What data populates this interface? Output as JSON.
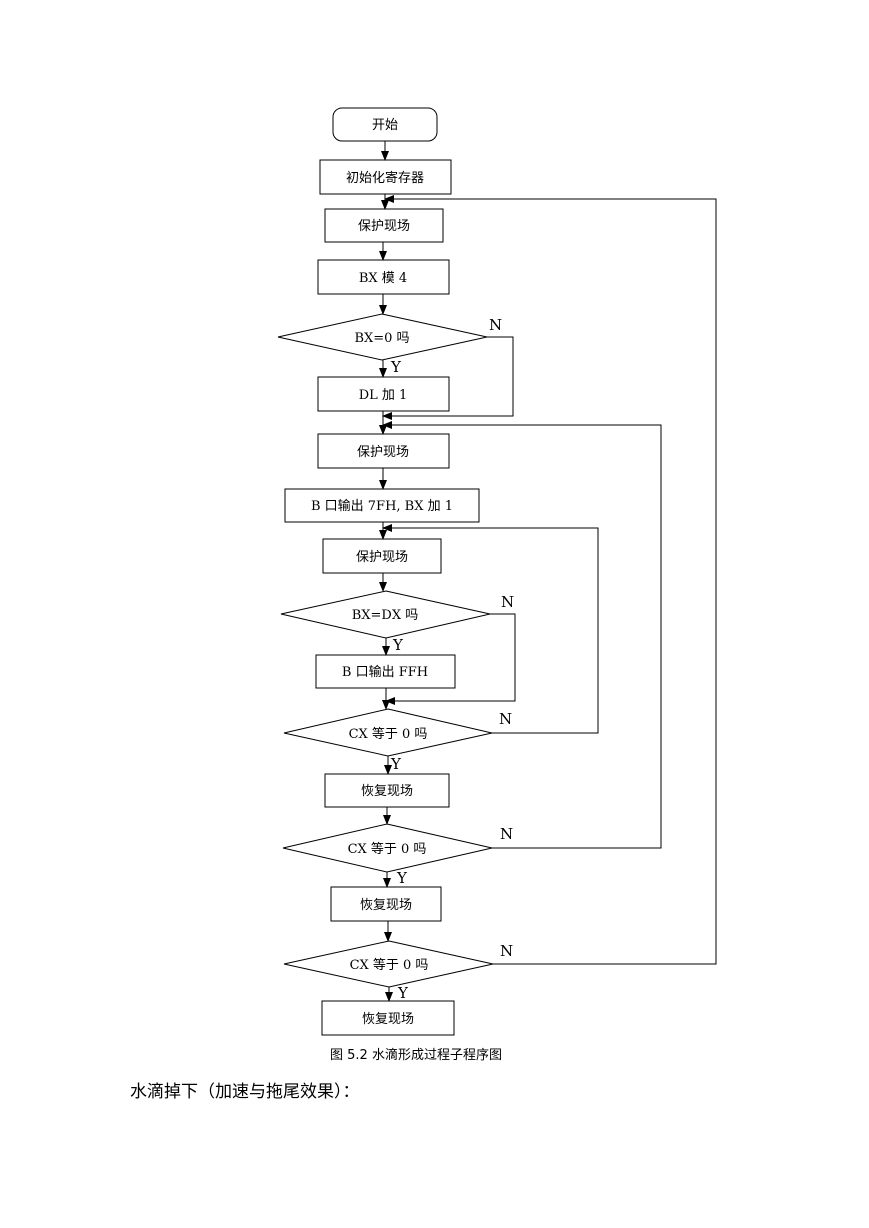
{
  "flowchart": {
    "nodes": {
      "start": "开始",
      "init": "初始化寄存器",
      "save1": "保护现场",
      "mod": "BX 模 4",
      "d1": "BX=0 吗",
      "dl": "DL 加 1",
      "save2": "保护现场",
      "out7f": "B 口输出 7FH, BX 加 1",
      "save3": "保护现场",
      "d2": "BX=DX 吗",
      "outff": "B 口输出 FFH",
      "d3": "CX 等于 0 吗",
      "restore1": "恢复现场",
      "d4": "CX 等于 0 吗",
      "restore2": "恢复现场",
      "d5": "CX 等于 0 吗",
      "restore3": "恢复现场"
    },
    "labels": {
      "yes": "Y",
      "no": "N"
    }
  },
  "caption": "图 5.2  水滴形成过程子程序图",
  "paragraph": "水滴掉下（加速与拖尾效果）："
}
